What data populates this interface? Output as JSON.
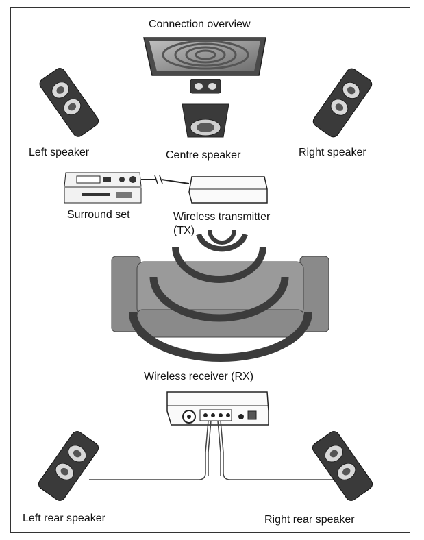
{
  "title": "Connection overview",
  "labels": {
    "left_speaker": "Left speaker",
    "centre_speaker": "Centre speaker",
    "right_speaker": "Right speaker",
    "surround_set": "Surround set",
    "transmitter_line1": "Wireless transmitter",
    "transmitter_line2": "(TX)",
    "receiver": "Wireless receiver (RX)",
    "left_rear_speaker": "Left rear speaker",
    "right_rear_speaker": "Right rear speaker"
  },
  "colors": {
    "speaker_body": "#3a3a3a",
    "sofa": "#8a8a8a",
    "wave": "#3c3c3c",
    "device_outline": "#222222"
  },
  "icons": [
    "tv-icon",
    "speaker-icon",
    "sofa-icon",
    "wireless-wave-icon",
    "receiver-icon",
    "transmitter-icon",
    "av-receiver-icon"
  ]
}
